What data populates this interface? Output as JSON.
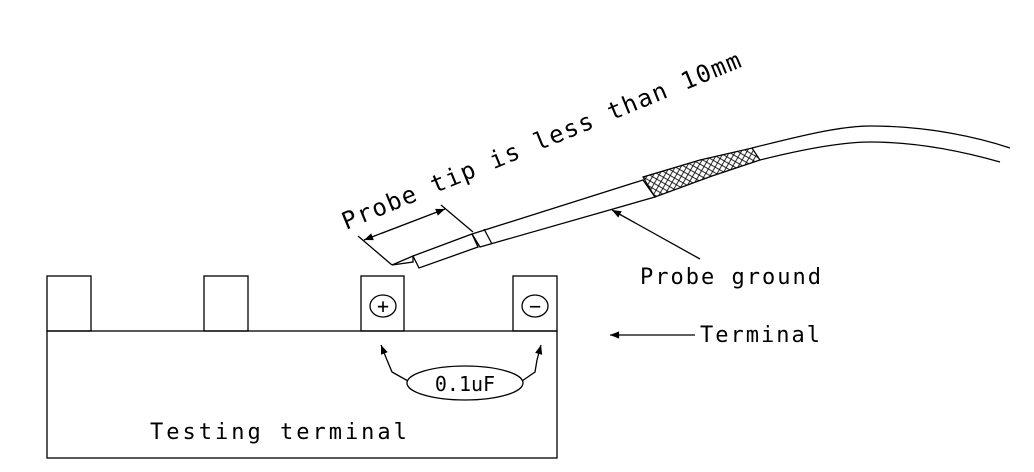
{
  "labels": {
    "probe_tip": "Probe tip is less than 10mm",
    "probe_ground": "Probe ground",
    "terminal": "Terminal",
    "capacitor": "0.1uF",
    "testing_terminal": "Testing terminal",
    "plus": "+",
    "minus": "−"
  }
}
